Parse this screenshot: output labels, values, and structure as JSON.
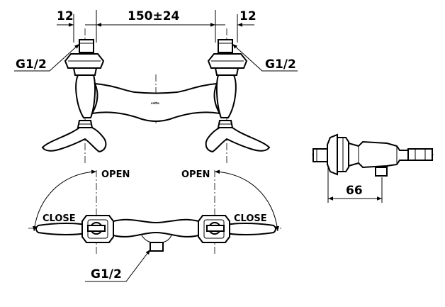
{
  "dimensions": {
    "left_offset": "12",
    "center_distance": "150±24",
    "right_offset": "12",
    "side_depth": "66"
  },
  "thread_labels": {
    "left_inlet": "G1/2",
    "right_inlet": "G1/2",
    "bottom_outlet": "G1/2"
  },
  "handle_labels": {
    "left_open": "OPEN",
    "left_close": "CLOSE",
    "right_open": "OPEN",
    "right_close": "CLOSE"
  },
  "brand_mark": "cotto",
  "colors": {
    "line": "#000000",
    "background": "#ffffff"
  }
}
